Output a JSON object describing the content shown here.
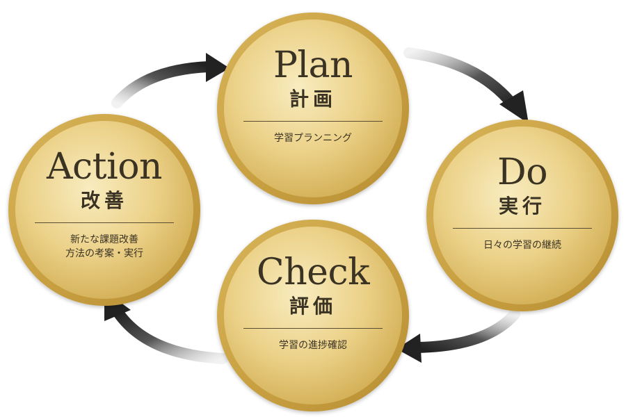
{
  "colors": {
    "gold_light": "#f6e7b0",
    "gold_mid": "#e4c46f",
    "gold_dark": "#c9a54b",
    "text": "#3a3223",
    "arrow": "#2b2b2b"
  },
  "cycle": {
    "plan": {
      "en": "Plan",
      "jp": "計画",
      "desc_line1": "学習プランニング",
      "desc_line2": ""
    },
    "do": {
      "en": "Do",
      "jp": "実行",
      "desc_line1": "日々の学習の継続",
      "desc_line2": ""
    },
    "check": {
      "en": "Check",
      "jp": "評価",
      "desc_line1": "学習の進捗確認",
      "desc_line2": ""
    },
    "action": {
      "en": "Action",
      "jp": "改善",
      "desc_line1": "新たな課題改善",
      "desc_line2": "方法の考案・実行"
    }
  },
  "icons": {
    "arrow_plan_to_do": "curved-arrow-icon",
    "arrow_do_to_check": "curved-arrow-icon",
    "arrow_check_to_action": "curved-arrow-icon",
    "arrow_action_to_plan": "curved-arrow-icon"
  }
}
